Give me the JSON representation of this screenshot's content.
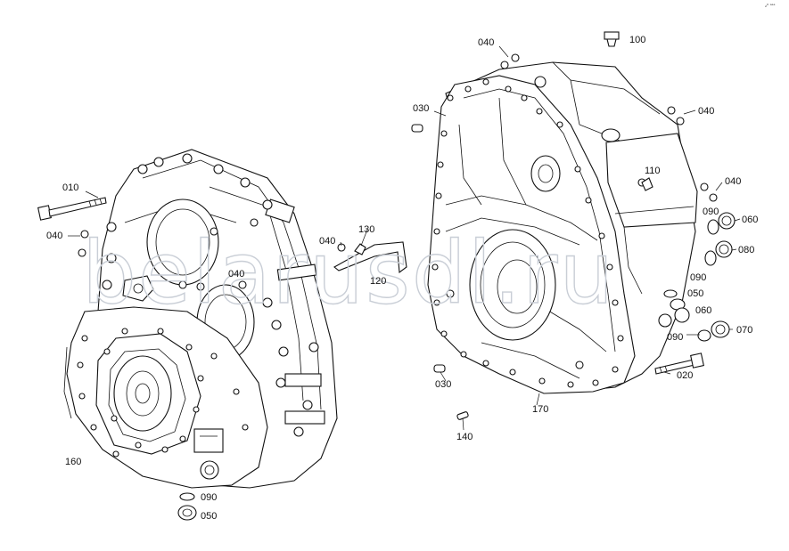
{
  "watermark": "belarusdl.ru",
  "corner_mark": "₂⁰ ᵃᵃᵃ",
  "callouts": [
    {
      "id": "c100",
      "text": "100"
    },
    {
      "id": "c040a",
      "text": "040"
    },
    {
      "id": "c030a",
      "text": "030"
    },
    {
      "id": "c040b",
      "text": "040"
    },
    {
      "id": "c110",
      "text": "110"
    },
    {
      "id": "c040c",
      "text": "040"
    },
    {
      "id": "c090a",
      "text": "090"
    },
    {
      "id": "c060a",
      "text": "060"
    },
    {
      "id": "c080",
      "text": "080"
    },
    {
      "id": "c090b",
      "text": "090"
    },
    {
      "id": "c050a",
      "text": "050"
    },
    {
      "id": "c060b",
      "text": "060"
    },
    {
      "id": "c090c",
      "text": "090"
    },
    {
      "id": "c070",
      "text": "070"
    },
    {
      "id": "c020",
      "text": "020"
    },
    {
      "id": "c170",
      "text": "170"
    },
    {
      "id": "c030b",
      "text": "030"
    },
    {
      "id": "c140",
      "text": "140"
    },
    {
      "id": "c010",
      "text": "010"
    },
    {
      "id": "c040d",
      "text": "040"
    },
    {
      "id": "c040e",
      "text": "040"
    },
    {
      "id": "c130",
      "text": "130"
    },
    {
      "id": "c040f",
      "text": "040"
    },
    {
      "id": "c120",
      "text": "120"
    },
    {
      "id": "c160",
      "text": "160"
    },
    {
      "id": "c090d",
      "text": "090"
    },
    {
      "id": "c050b",
      "text": "050"
    }
  ]
}
